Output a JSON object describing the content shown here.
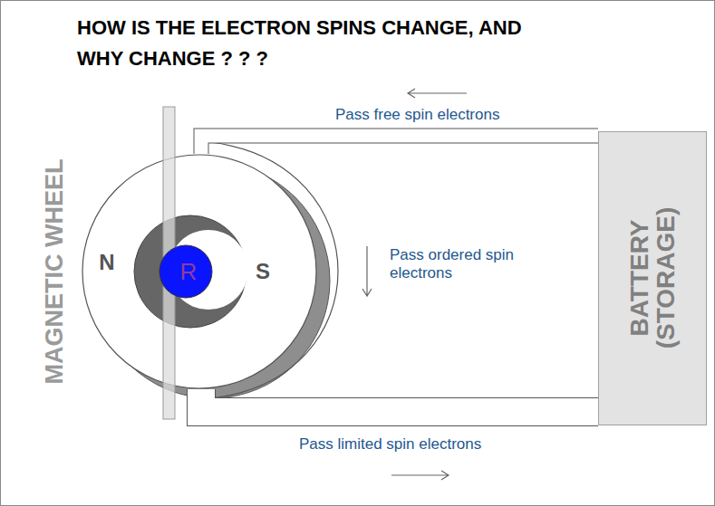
{
  "diagram": {
    "title": "HOW IS THE ELECTRON SPINS CHANGE, AND WHY CHANGE ? ? ?",
    "nodes": [
      {
        "text": [
          "MAGNETIC WHEEL",
          "N",
          "S"
        ]
      },
      {
        "text": [
          "R"
        ],
        "in": 0
      },
      {
        "text": [
          "BATTERY (STORAGE)"
        ]
      }
    ],
    "edges": [
      {
        "from": 2,
        "to": 0,
        "arrow": "none",
        "label": "Pass free spin electrons"
      },
      {
        "from": 0,
        "to": 2,
        "arrow": "none",
        "label": "Pass limited spin electrons"
      }
    ],
    "labels": [
      "Pass ordered spin electrons"
    ]
  }
}
